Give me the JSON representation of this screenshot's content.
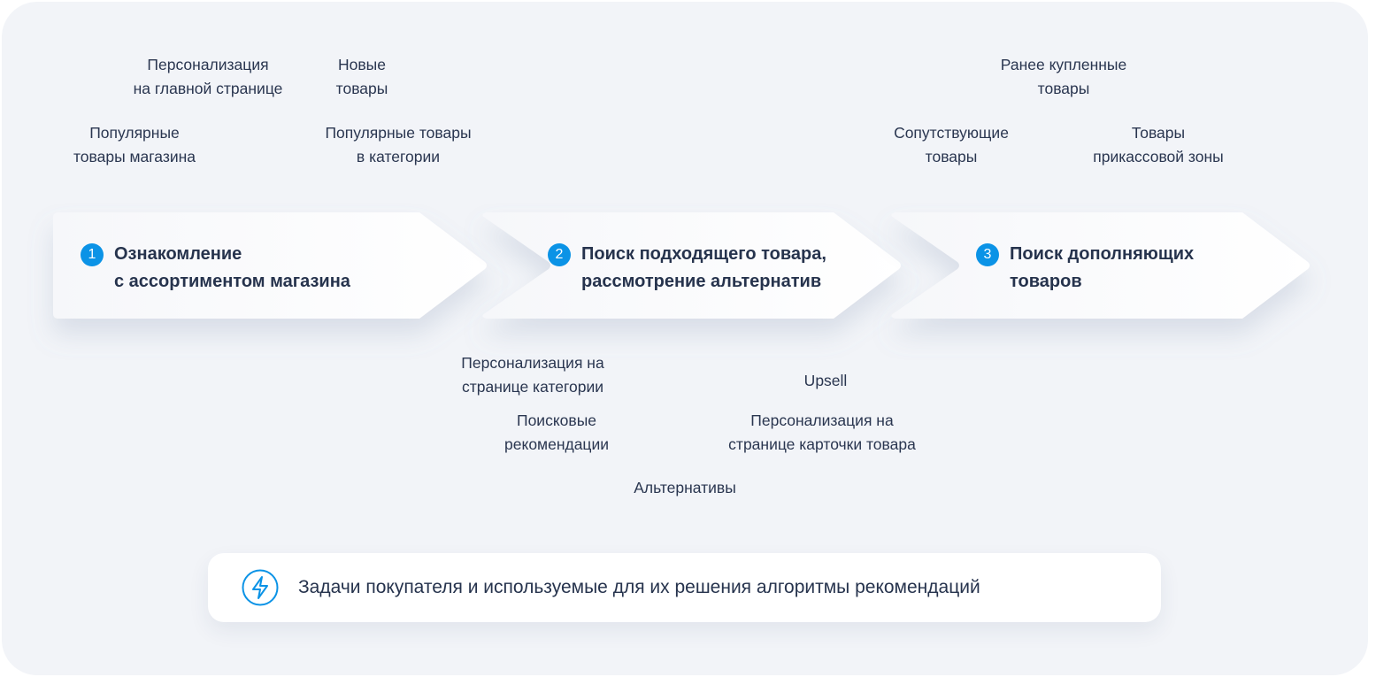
{
  "steps": [
    {
      "number": "1",
      "line1": "Ознакомление",
      "line2": "с ассортиментом магазина"
    },
    {
      "number": "2",
      "line1": "Поиск подходящего товара,",
      "line2": "рассмотрение альтернатив"
    },
    {
      "number": "3",
      "line1": "Поиск дополняющих",
      "line2": "товаров"
    }
  ],
  "labels": {
    "personal_main": [
      "Персонализация",
      "на главной странице"
    ],
    "new_items": [
      "Новые",
      "товары"
    ],
    "popular_store": [
      "Популярные",
      "товары магазина"
    ],
    "popular_category": [
      "Популярные товары",
      "в категории"
    ],
    "previously_bought": [
      "Ранее купленные",
      "товары"
    ],
    "related": [
      "Сопутствующие",
      "товары"
    ],
    "checkout": [
      "Товары",
      "прикассовой зоны"
    ],
    "personal_category": [
      "Персонализация на",
      "странице категории"
    ],
    "search_recs": [
      "Поисковые",
      "рекомендации"
    ],
    "alternatives": [
      "Альтернативы"
    ],
    "upsell": [
      "Upsell"
    ],
    "personal_product": [
      "Персонализация на",
      "странице карточки товара"
    ]
  },
  "footer": {
    "icon": "lightning-icon",
    "text": "Задачи покупателя и используемые для их решения алгоритмы рекомендаций"
  },
  "colors": {
    "accent": "#0b93e6",
    "text": "#2a3650",
    "background": "#f2f4f8"
  }
}
